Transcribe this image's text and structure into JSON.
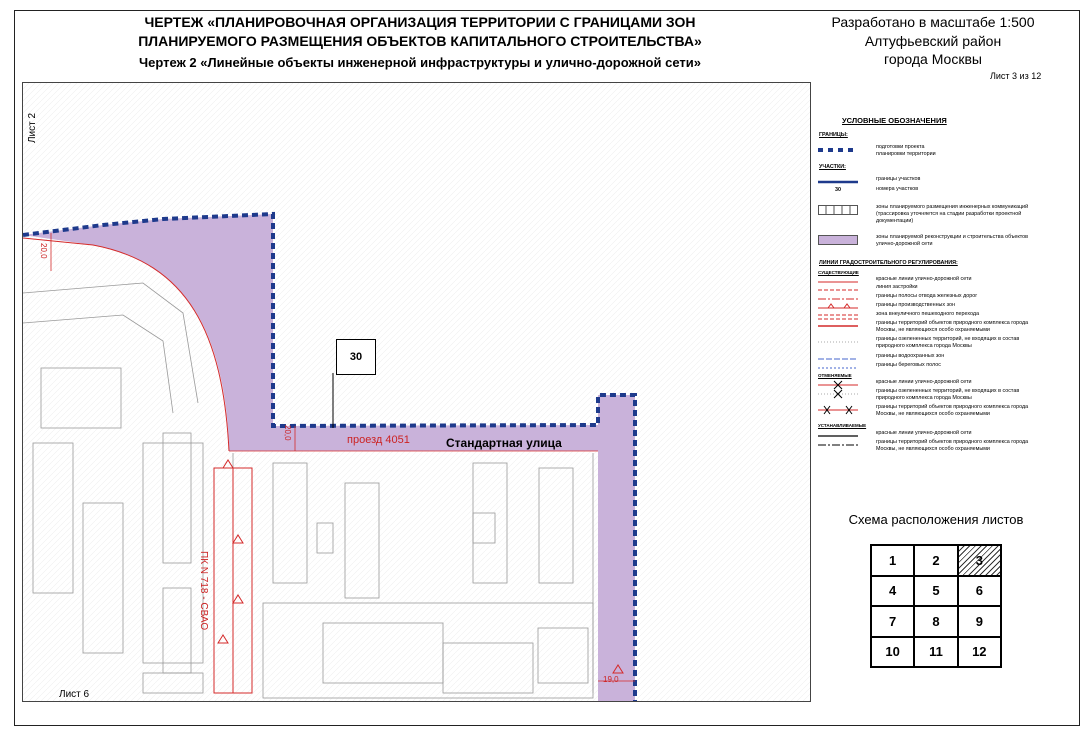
{
  "header": {
    "title_line1": "ЧЕРТЕЖ «ПЛАНИРОВОЧНАЯ ОРГАНИЗАЦИЯ ТЕРРИТОРИИ С ГРАНИЦАМИ ЗОН",
    "title_line2": "ПЛАНИРУЕМОГО РАЗМЕЩЕНИЯ ОБЪЕКТОВ КАПИТАЛЬНОГО СТРОИТЕЛЬСТВА»",
    "title_line3": "Чертеж 2 «Линейные объекты инженерной инфраструктуры и улично-дорожной сети»",
    "scale": "Разработано в масштабе 1:500",
    "district": "Алтуфьевский район",
    "city": "города Москвы",
    "sheet": "Лист 3 из 12"
  },
  "map": {
    "street_name": "Стандартная улица",
    "passage": "проезд 4051",
    "plot_number": "30",
    "pk_label": "ПК N  718 - СВАО",
    "sheet_left": "Лист 2",
    "sheet_bottom": "Лист 6",
    "dim_1": "20,0",
    "dim_2": "20,0",
    "dim_3": "19,0"
  },
  "legend": {
    "title": "УСЛОВНЫЕ ОБОЗНАЧЕНИЯ",
    "sec_bounds": "ГРАНИЦЫ:",
    "bound_project": "подготовки проекта\nпланировки территории",
    "sec_plots": "УЧАСТКИ:",
    "plot_bounds": "границы участков",
    "plot_num_sample": "30",
    "plot_nums": "номера участков",
    "eng_zones": "зоны планируемого размещения инженерных коммуникаций (трассировка уточняется на стадии разработки проектной документации)",
    "road_zones": "зоны планируемой реконструкции и строительства объектов улично-дорожной сети",
    "sec_lines": "ЛИНИИ ГРАДОСТРОИТЕЛЬНОГО РЕГУЛИРОВАНИЯ:",
    "sub_existing": "СУЩЕСТВУЮЩИЕ",
    "l1": "красные линии улично-дорожной сети",
    "l2": "линия застройки",
    "l3": "границы полосы отвода железных дорог",
    "l4": "границы производственных зон",
    "l5": "зона внеуличного пешеходного перехода",
    "l6": "границы территорий объектов природного комплекса города Москвы, не являющихся особо охраняемыми",
    "l7": "границы озелененных территорий, не входящих в состав природного комплекса города Москвы",
    "l8": "границы водоохранных зон",
    "l9": "границы береговых полос",
    "sub_cancel": "ОТМЕНЯЕМЫЕ",
    "l10": "красные линии улично-дорожной сети",
    "l11": "границы озелененных территорий, не входящих в состав природного комплекса города Москвы",
    "l12": "границы территорий объектов природного комплекса города Москвы, не являющихся особо охраняемыми",
    "sub_set": "УСТАНАВЛИВАЕМЫЕ",
    "l13": "красные линии улично-дорожной сети",
    "l14": "границы территорий объектов природного комплекса города Москвы, не являющихся особо охраняемыми"
  },
  "schema": {
    "title": "Схема расположения листов",
    "cells": [
      "1",
      "2",
      "3",
      "4",
      "5",
      "6",
      "7",
      "8",
      "9",
      "10",
      "11",
      "12"
    ],
    "current": "3"
  },
  "colors": {
    "zone_fill": "#c9b2da",
    "boundary": "#1e3a8c",
    "red_line": "#d42a2a"
  }
}
